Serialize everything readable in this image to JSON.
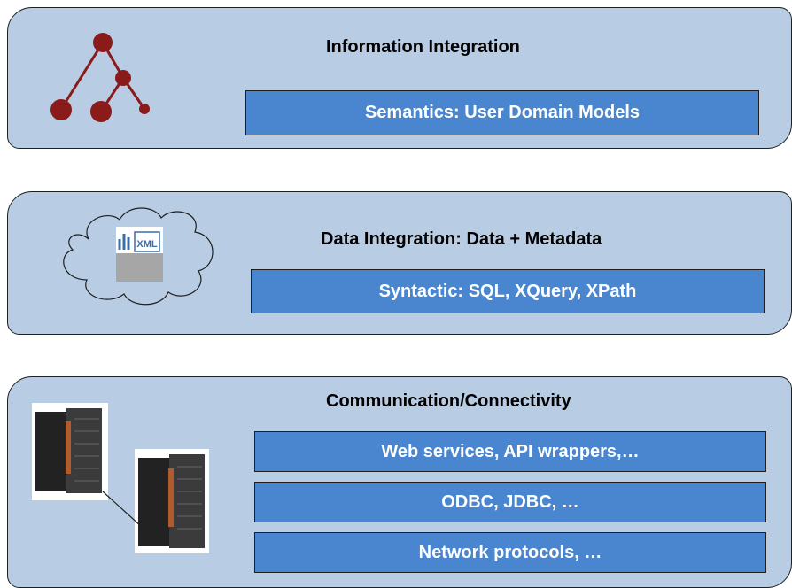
{
  "layers": [
    {
      "title": "Information Integration",
      "bars": [
        "Semantics: User Domain Models"
      ],
      "icon": "tree-hierarchy-icon"
    },
    {
      "title": "Data Integration: Data + Metadata",
      "bars": [
        "Syntactic: SQL, XQuery, XPath"
      ],
      "icon": "xml-cloud-icon",
      "icon_text": "XML"
    },
    {
      "title": "Communication/Connectivity",
      "bars": [
        "Web services, API wrappers,…",
        "ODBC, JDBC, …",
        "Network protocols, …"
      ],
      "icon": "server-towers-icon"
    }
  ],
  "colors": {
    "layer_fill": "#b8cce4",
    "bar_fill": "#4a86cf",
    "tree_node": "#8b1a1a",
    "border": "#1f1f1f"
  }
}
